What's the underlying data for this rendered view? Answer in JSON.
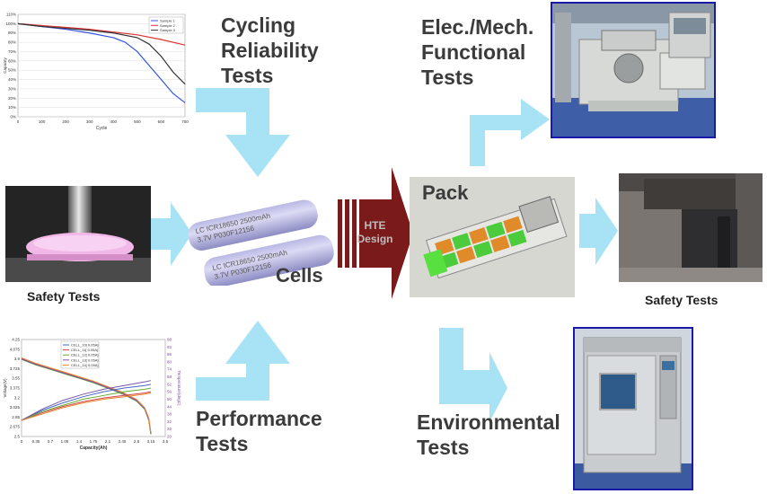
{
  "headings": {
    "cycling": [
      "Cycling",
      "Reliability",
      "Tests"
    ],
    "elec": [
      "Elec./Mech.",
      "Functional",
      "Tests"
    ],
    "performance": [
      "Performance",
      "Tests"
    ],
    "environmental": [
      "Environmental",
      "Tests"
    ]
  },
  "labels": {
    "cells": "Cells",
    "pack": "Pack",
    "design": [
      "HTE",
      "Design"
    ],
    "safety_left": "Safety Tests",
    "safety_right": "Safety Tests",
    "cell_print_1": [
      "LC ICR18650 2500mAh",
      "3.7V P030F12156"
    ],
    "cell_print_2": [
      "LC ICR18650 2500mAh",
      "3.7V P030F12156"
    ]
  },
  "colors": {
    "arrow": "#a7e3f4",
    "design_arrow": "#7a1a1a",
    "frame": "#1a1aa8",
    "heading": "#3b3b3b"
  },
  "chart_data": [
    {
      "type": "line",
      "title": "",
      "xlabel": "Cycle",
      "ylabel": "Capacity",
      "x_ticks": [
        "0",
        "100",
        "200",
        "300",
        "400",
        "500",
        "600",
        "700"
      ],
      "y_ticks": [
        "0%",
        "10%",
        "20%",
        "30%",
        "40%",
        "50%",
        "60%",
        "70%",
        "80%",
        "90%",
        "100%",
        "110%"
      ],
      "xlim": [
        0,
        700
      ],
      "ylim": [
        0,
        110
      ],
      "legend_position": "top-right",
      "series": [
        {
          "name": "Sample 1",
          "color": "#3355dd",
          "x": [
            0,
            100,
            200,
            300,
            400,
            450,
            500,
            550,
            600,
            650,
            700
          ],
          "y": [
            100,
            97,
            94,
            90,
            85,
            80,
            70,
            55,
            40,
            25,
            15
          ]
        },
        {
          "name": "Sample 2",
          "color": "#dd3333",
          "x": [
            0,
            100,
            200,
            300,
            400,
            500,
            600,
            700
          ],
          "y": [
            100,
            98,
            96,
            94,
            91,
            88,
            83,
            77
          ]
        },
        {
          "name": "Sample 3",
          "color": "#333333",
          "x": [
            0,
            100,
            200,
            300,
            400,
            500,
            550,
            600,
            650,
            700
          ],
          "y": [
            100,
            97,
            95,
            93,
            90,
            85,
            78,
            65,
            48,
            35
          ]
        }
      ]
    },
    {
      "type": "line",
      "title": "",
      "xlabel": "Capacity(Ah)",
      "ylabel": "Voltage(V)",
      "y2label": "Temperature(degC)",
      "x_ticks": [
        "0",
        "0.35",
        "0.7",
        "1.05",
        "1.4",
        "1.75",
        "2.1",
        "2.45",
        "2.8",
        "3.15",
        "3.5"
      ],
      "y_ticks": [
        "2.5",
        "2.675",
        "2.85",
        "3.025",
        "3.2",
        "3.375",
        "3.55",
        "3.725",
        "3.9",
        "4.075",
        "4.25"
      ],
      "y2_ticks": [
        "20",
        "26",
        "32",
        "38",
        "44",
        "50",
        "56",
        "62",
        "68",
        "74",
        "80",
        "86",
        "92",
        "98"
      ],
      "xlim": [
        0,
        3.5
      ],
      "ylim": [
        2.5,
        4.25
      ],
      "y2lim": [
        20,
        98
      ],
      "legend_position": "top-left",
      "series": [
        {
          "name": "CELL_10[ 0.05A]",
          "color": "#4466cc",
          "x": [
            0,
            0.35,
            0.7,
            1.05,
            1.4,
            1.75,
            2.1,
            2.45,
            2.8,
            3.0,
            3.1,
            3.15
          ],
          "y": [
            3.9,
            3.8,
            3.72,
            3.64,
            3.56,
            3.48,
            3.38,
            3.28,
            3.15,
            3.0,
            2.8,
            2.55
          ]
        },
        {
          "name": "CELL_11[ 0.05A]",
          "color": "#cc4444",
          "x": [
            0,
            0.35,
            0.7,
            1.05,
            1.4,
            1.75,
            2.1,
            2.45,
            2.8,
            3.0,
            3.1,
            3.15
          ],
          "y": [
            3.91,
            3.81,
            3.73,
            3.65,
            3.57,
            3.49,
            3.39,
            3.29,
            3.16,
            3.01,
            2.82,
            2.56
          ]
        },
        {
          "name": "CELL_12[ 0.05A]",
          "color": "#66aa33",
          "x": [
            0,
            0.35,
            0.7,
            1.05,
            1.4,
            1.75,
            2.1,
            2.45,
            2.8,
            3.0,
            3.1,
            3.15
          ],
          "y": [
            3.89,
            3.79,
            3.71,
            3.63,
            3.55,
            3.47,
            3.37,
            3.27,
            3.14,
            2.99,
            2.79,
            2.54
          ]
        },
        {
          "name": "CELL_13[ 0.05A]",
          "color": "#7755aa",
          "x": [
            0,
            0.35,
            0.7,
            1.05,
            1.4,
            1.75,
            2.1,
            2.45,
            2.8,
            3.0,
            3.1,
            3.15
          ],
          "y": [
            3.9,
            3.8,
            3.72,
            3.64,
            3.56,
            3.48,
            3.38,
            3.28,
            3.15,
            3.0,
            2.8,
            2.55
          ]
        },
        {
          "name": "CELL_14[ 0.05A]",
          "color": "#ee8833",
          "x": [
            0,
            0.35,
            0.7,
            1.05,
            1.4,
            1.75,
            2.1,
            2.45,
            2.8,
            3.0,
            3.1,
            3.15
          ],
          "y": [
            3.92,
            3.82,
            3.74,
            3.66,
            3.58,
            3.5,
            3.4,
            3.3,
            3.17,
            3.02,
            2.83,
            2.57
          ]
        }
      ],
      "temperature_series": [
        {
          "name": "CELL_10[ 0.05A]",
          "color": "#4466cc",
          "x": [
            0,
            0.5,
            1,
            1.5,
            2,
            2.5,
            3,
            3.15
          ],
          "y": [
            33,
            41,
            47,
            52,
            56,
            59,
            61,
            62
          ]
        },
        {
          "name": "CELL_11[ 0.05A]",
          "color": "#cc4444",
          "x": [
            0,
            0.5,
            1,
            1.5,
            2,
            2.5,
            3,
            3.15
          ],
          "y": [
            33,
            39,
            44,
            48,
            51,
            53,
            55,
            56
          ]
        },
        {
          "name": "CELL_12[ 0.05A]",
          "color": "#66aa33",
          "x": [
            0,
            0.5,
            1,
            1.5,
            2,
            2.5,
            3,
            3.15
          ],
          "y": [
            33,
            40,
            45,
            50,
            53,
            56,
            58,
            59
          ]
        },
        {
          "name": "CELL_13[ 0.05A]",
          "color": "#7755aa",
          "x": [
            0,
            0.5,
            1,
            1.5,
            2,
            2.5,
            3,
            3.15
          ],
          "y": [
            33,
            42,
            49,
            54,
            58,
            61,
            64,
            65
          ]
        },
        {
          "name": "CELL_14[ 0.05A]",
          "color": "#ee8833",
          "x": [
            0,
            0.5,
            1,
            1.5,
            2,
            2.5,
            3,
            3.15
          ],
          "y": [
            33,
            38,
            43,
            47,
            50,
            52,
            54,
            55
          ]
        }
      ]
    }
  ]
}
